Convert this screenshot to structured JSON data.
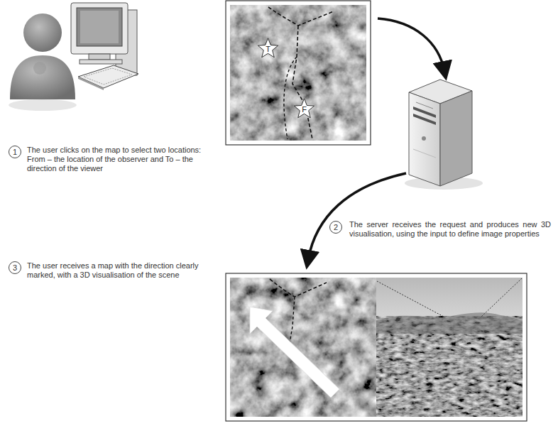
{
  "diagram": {
    "nodes": [
      {
        "text": [
          "T"
        ]
      },
      {
        "text": [
          "F"
        ]
      },
      {
        "text": [
          "1"
        ]
      },
      {
        "text": [
          "2"
        ]
      },
      {
        "text": [
          "3"
        ]
      }
    ],
    "labels": [
      "The user clicks on the map to select two locations: From – the location of the observer and To – the direction of the viewer",
      "The server receives the request and produces new 3D visualisation, using the input to define image properties",
      "The user receives a map with the direction clearly marked, with a 3D visualisation of the scene"
    ]
  }
}
